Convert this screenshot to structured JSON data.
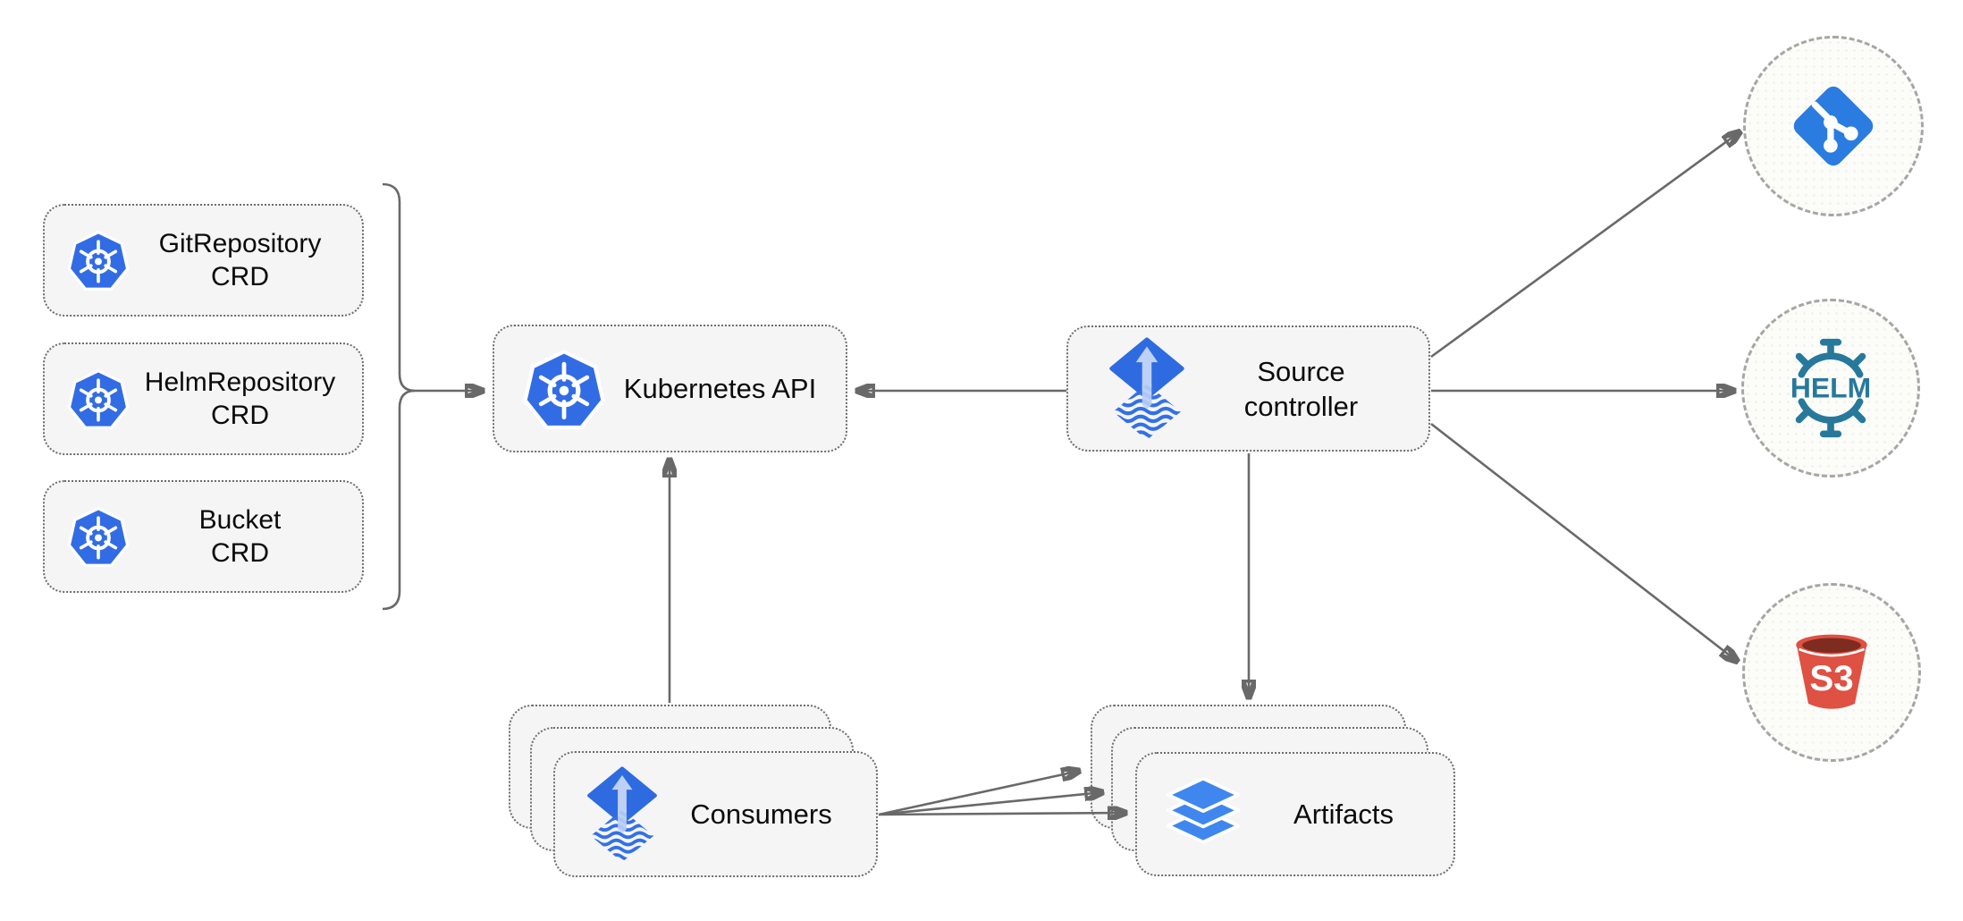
{
  "diagram_title": "flux-source-controller-architecture",
  "colors": {
    "kubernetes_blue": "#326CE5",
    "flux_blue": "#2E6BE0",
    "flux_arrow_light": "#BDD0F5",
    "git_blue": "#2B7CE0",
    "helm_teal": "#27799C",
    "s3_red": "#DE5143",
    "s3_dark": "#7E2B20",
    "layers_blue": "#3F87EE",
    "arrow_gray": "#696969",
    "node_fill": "#F5F5F5",
    "circle_fill": "#FCFCF9"
  },
  "nodes": {
    "crd_boxes": [
      {
        "id": "git-repository-crd",
        "icon": "kubernetes-icon",
        "lines": [
          "GitRepository",
          "CRD"
        ]
      },
      {
        "id": "helm-repository-crd",
        "icon": "kubernetes-icon",
        "lines": [
          "HelmRepository",
          "CRD"
        ]
      },
      {
        "id": "bucket-crd",
        "icon": "kubernetes-icon",
        "lines": [
          "Bucket",
          "CRD"
        ]
      }
    ],
    "kubernetes_api": {
      "icon": "kubernetes-icon",
      "label": "Kubernetes API"
    },
    "source_controller": {
      "icon": "flux-source-icon",
      "lines": [
        "Source",
        "controller"
      ]
    },
    "consumers": {
      "icon": "flux-source-icon",
      "label": "Consumers",
      "stacked": 3
    },
    "artifacts": {
      "icon": "layers-icon",
      "label": "Artifacts",
      "stacked": 3
    },
    "externals": [
      {
        "id": "git",
        "icon": "git-icon"
      },
      {
        "id": "helm",
        "icon": "helm-icon",
        "text": "HELM"
      },
      {
        "id": "s3",
        "icon": "s3-icon",
        "text": "S3"
      }
    ]
  },
  "edges": [
    {
      "from": "crd-bracket",
      "to": "kubernetes-api"
    },
    {
      "from": "source-controller",
      "to": "kubernetes-api"
    },
    {
      "from": "consumers",
      "to": "kubernetes-api"
    },
    {
      "from": "source-controller",
      "to": "artifacts"
    },
    {
      "from": "source-controller",
      "to": "git"
    },
    {
      "from": "source-controller",
      "to": "helm"
    },
    {
      "from": "source-controller",
      "to": "s3"
    },
    {
      "from": "consumers",
      "to": "artifacts",
      "count": 3
    }
  ]
}
